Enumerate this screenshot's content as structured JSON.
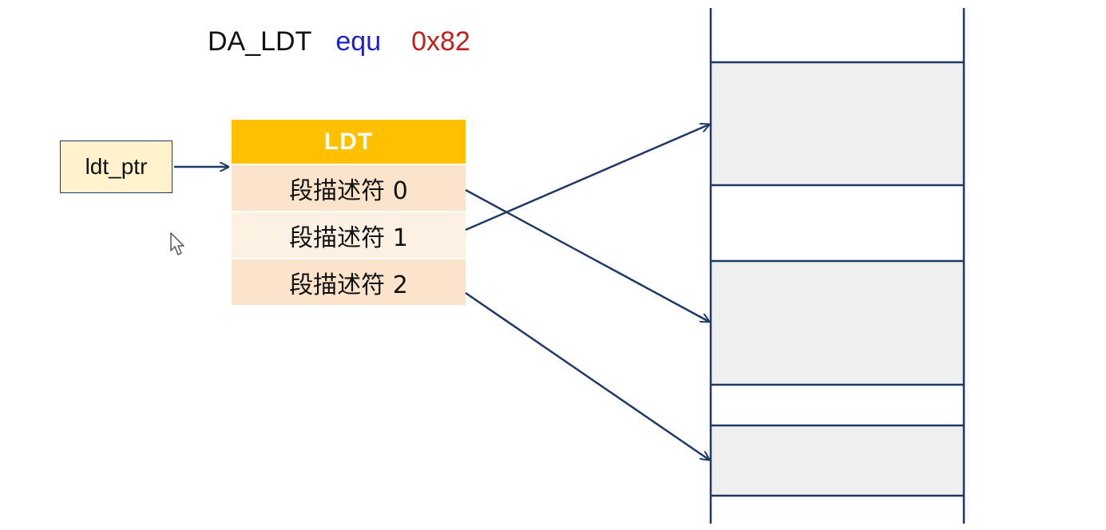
{
  "heading": {
    "name": "DA_LDT",
    "op": "equ",
    "value": "0x82",
    "colors": {
      "name": "#111111",
      "op": "#1f1fd0",
      "value": "#c0201e"
    }
  },
  "pointer_box": {
    "label": "ldt_ptr",
    "fill": "#fff2cc"
  },
  "ldt_table": {
    "title": "LDT",
    "header_color": "#ffc000",
    "rows": [
      {
        "label": "段描述符 0",
        "fill": "#fce4cc"
      },
      {
        "label": "段描述符 1",
        "fill": "#fdf1e4"
      },
      {
        "label": "段描述符 2",
        "fill": "#fce4cc"
      }
    ]
  },
  "memory": {
    "segment_fill": "#efefef",
    "line_color": "#1f3864"
  },
  "colors": {
    "arrow": "#1f3864"
  }
}
